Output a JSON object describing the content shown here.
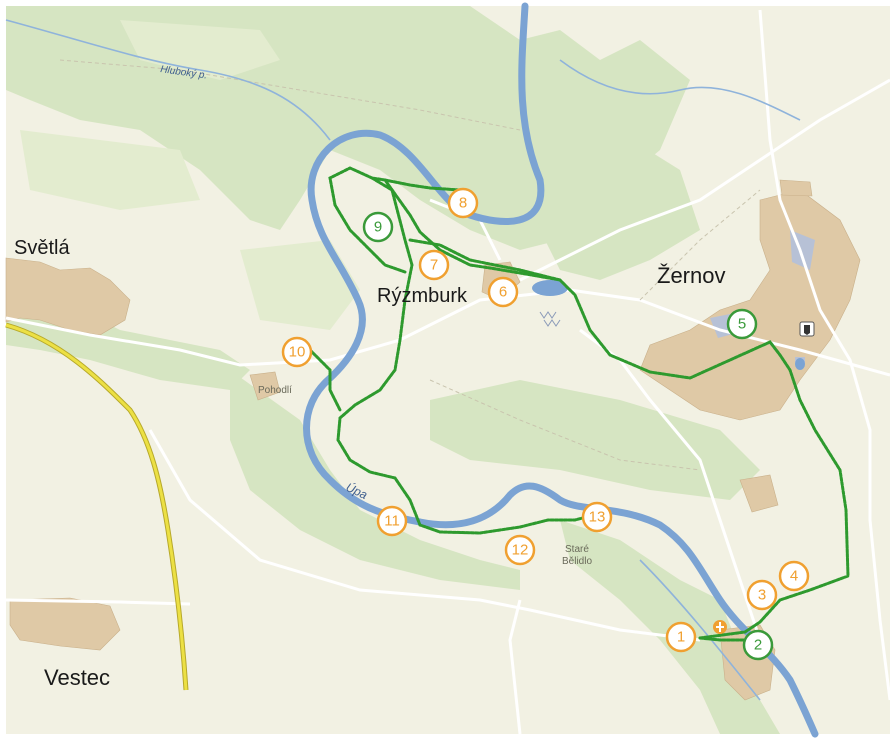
{
  "places": {
    "svetla": "Světlá",
    "zernov": "Žernov",
    "ryzmburk": "Rýzmburk",
    "vestec": "Vestec",
    "pohodli": "Pohodlí",
    "stare_belidlo_1": "Staré",
    "stare_belidlo_2": "Bělidlo"
  },
  "water": {
    "stream": "Hluboký p.",
    "river": "Úpa"
  },
  "markers": [
    {
      "label": "1",
      "color": "orange"
    },
    {
      "label": "2",
      "color": "green"
    },
    {
      "label": "3",
      "color": "orange"
    },
    {
      "label": "4",
      "color": "orange"
    },
    {
      "label": "5",
      "color": "green"
    },
    {
      "label": "6",
      "color": "orange"
    },
    {
      "label": "7",
      "color": "orange"
    },
    {
      "label": "8",
      "color": "orange"
    },
    {
      "label": "9",
      "color": "green"
    },
    {
      "label": "10",
      "color": "orange"
    },
    {
      "label": "11",
      "color": "orange"
    },
    {
      "label": "12",
      "color": "orange"
    },
    {
      "label": "13",
      "color": "orange"
    }
  ],
  "colors": {
    "background": "#f2f1e3",
    "forest": "#d5e4c0",
    "river": "#7ba3d3",
    "route": "#2e9a2e",
    "main_road": "#e8d94a",
    "village": "#dfc9a6",
    "orange_marker": "#f0a030",
    "green_marker": "#3a9a3a"
  }
}
